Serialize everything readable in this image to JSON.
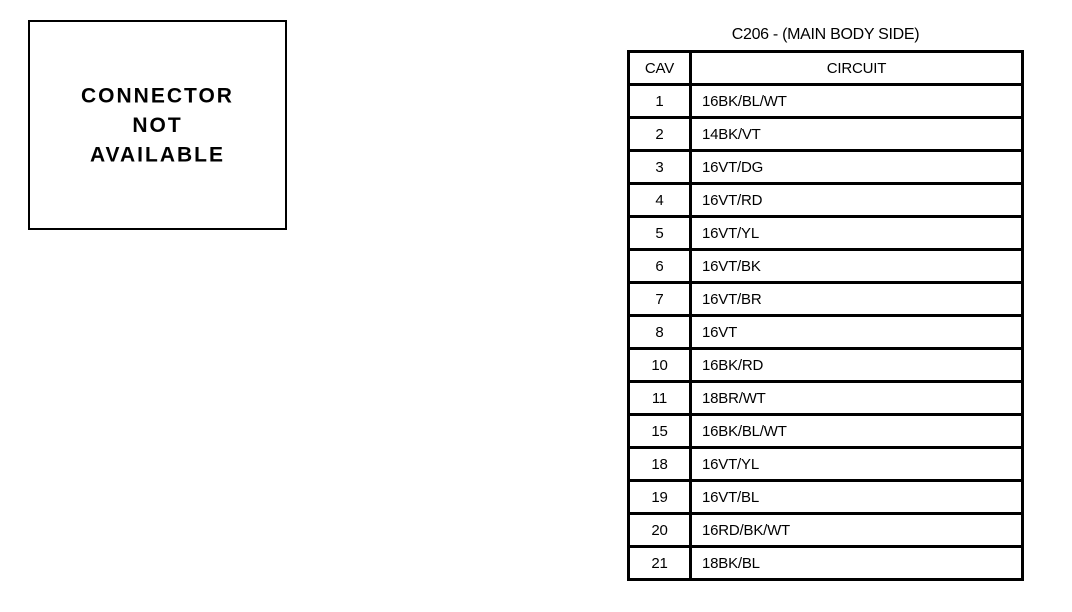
{
  "page": {
    "background_color": "#ffffff",
    "text_color": "#000000"
  },
  "connector_note": {
    "lines": [
      "CONNECTOR",
      "NOT",
      "AVAILABLE"
    ]
  },
  "connector_table": {
    "title": "C206 - (MAIN BODY SIDE)",
    "columns": [
      "CAV",
      "CIRCUIT"
    ],
    "rows": [
      {
        "cav": "1",
        "circuit": "16BK/BL/WT"
      },
      {
        "cav": "2",
        "circuit": "14BK/VT"
      },
      {
        "cav": "3",
        "circuit": "16VT/DG"
      },
      {
        "cav": "4",
        "circuit": "16VT/RD"
      },
      {
        "cav": "5",
        "circuit": "16VT/YL"
      },
      {
        "cav": "6",
        "circuit": "16VT/BK"
      },
      {
        "cav": "7",
        "circuit": "16VT/BR"
      },
      {
        "cav": "8",
        "circuit": "16VT"
      },
      {
        "cav": "10",
        "circuit": "16BK/RD"
      },
      {
        "cav": "11",
        "circuit": "18BR/WT"
      },
      {
        "cav": "15",
        "circuit": "16BK/BL/WT"
      },
      {
        "cav": "18",
        "circuit": "16VT/YL"
      },
      {
        "cav": "19",
        "circuit": "16VT/BL"
      },
      {
        "cav": "20",
        "circuit": "16RD/BK/WT"
      },
      {
        "cav": "21",
        "circuit": "18BK/BL"
      }
    ]
  }
}
